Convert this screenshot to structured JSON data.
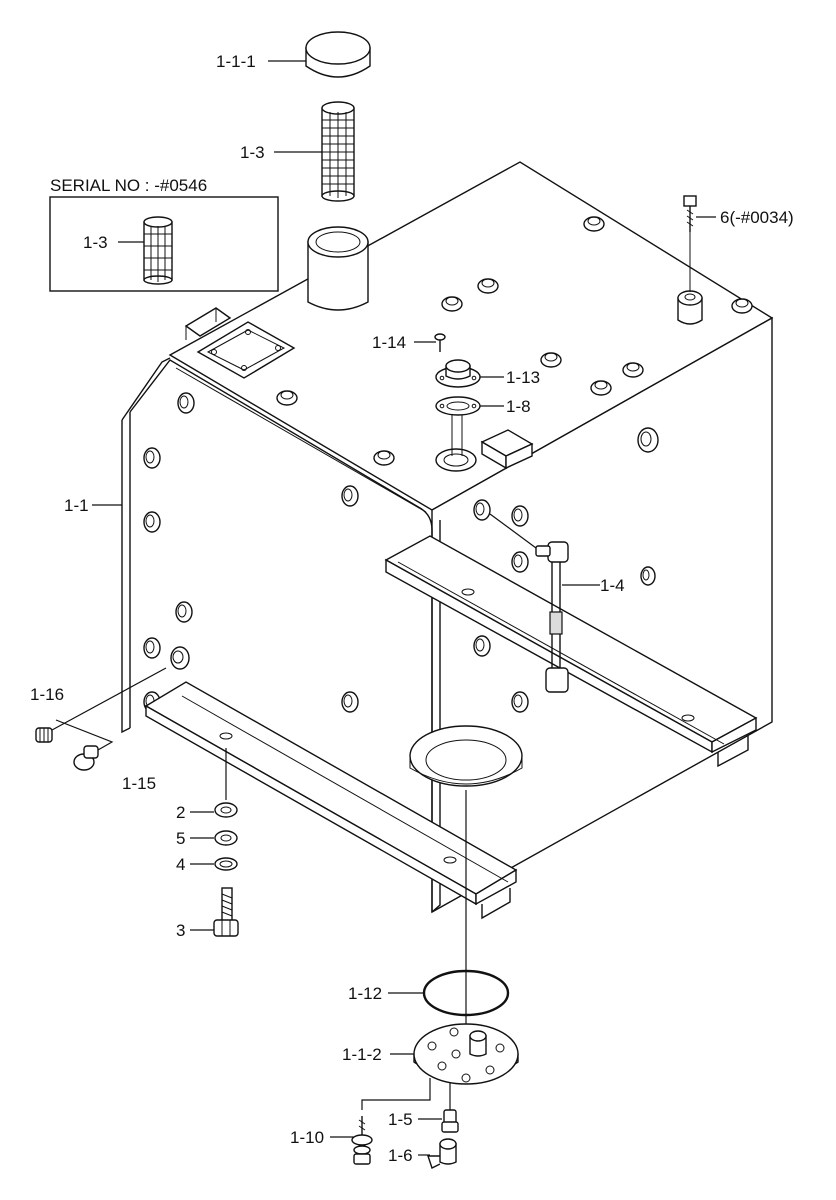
{
  "figure": {
    "serial_box_title": "SERIAL NO : -#0546",
    "serial_box_part": "1-3"
  },
  "labels": {
    "cap": "1-1-1",
    "strainer": "1-3",
    "bolt_top": "6(-#0034)",
    "screw": "1-14",
    "gauge_cover": "1-13",
    "gasket_gauge": "1-8",
    "tank": "1-1",
    "level_gauge": "1-4",
    "drain_plug": "1-16",
    "plug": "1-15",
    "washer_2": "2",
    "washer_5": "5",
    "spring_washer": "4",
    "bolt": "3",
    "o_ring": "1-12",
    "cover_plate": "1-1-2",
    "fitting": "1-5",
    "bolt_washer": "1-10",
    "clamp": "1-6"
  }
}
